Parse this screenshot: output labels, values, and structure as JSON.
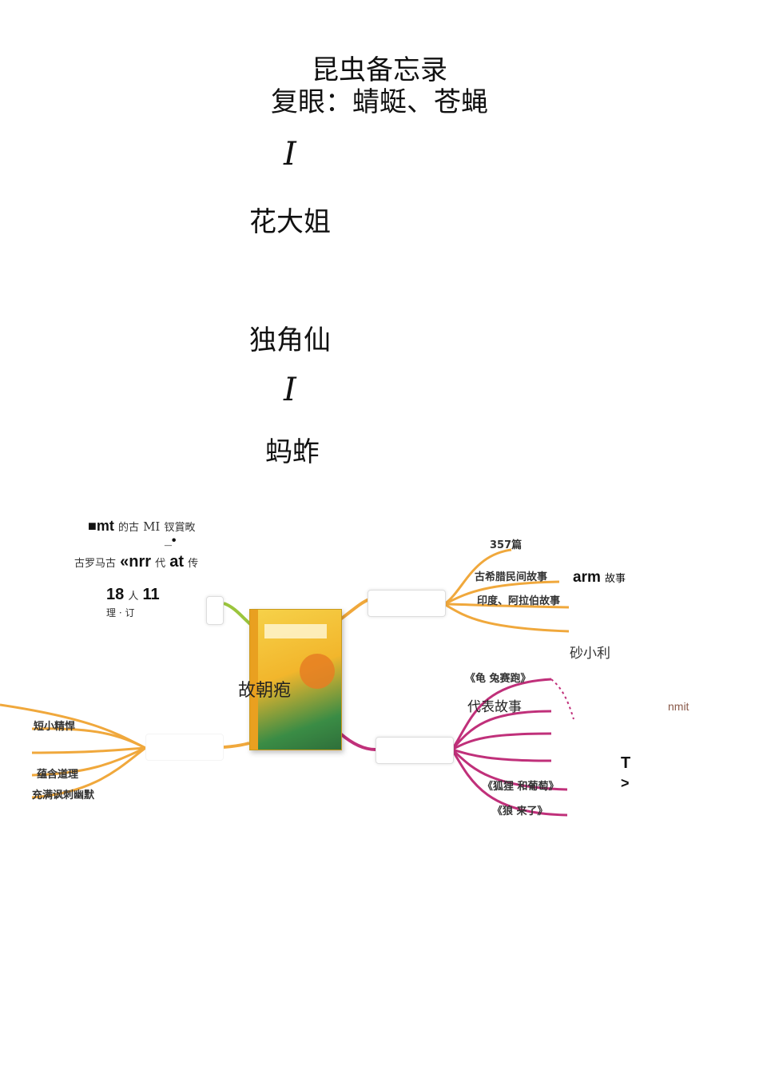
{
  "header": {
    "title": "昆虫备忘录",
    "subtitle": "复眼：蜻蜓、苍蝇"
  },
  "list": {
    "marker1": "I",
    "item1": "花大姐",
    "item2": "独角仙",
    "marker2": "I",
    "item3": "蚂蚱"
  },
  "mindmap": {
    "book_label": "故朝疱",
    "top_left": {
      "line1_a": "■mt",
      "line1_b": "的古",
      "line1_c": "MI",
      "line1_d": "钗賞畋",
      "dash": "_•",
      "line2_a": "古罗马古",
      "line2_b": "«nrr",
      "line2_c": "代",
      "line2_d": "at",
      "line2_e": "传",
      "line3_a": "18",
      "line3_b": "人",
      "line3_c": "11",
      "line4": "理 · 订"
    },
    "left_branch": {
      "items": [
        "短小精悍",
        "蕴含道理",
        "充满讽刺幽默"
      ]
    },
    "right_top": {
      "items": [
        "357篇",
        "古希腊民间故事",
        "印度、阿拉伯故事"
      ],
      "arm_a": "arm",
      "arm_b": "故事",
      "side_note": "砂小利"
    },
    "right_bottom": {
      "items": [
        "《龟  兔赛跑》",
        "代表故事",
        "《狐狸  和葡萄》",
        "《狼  来了》"
      ],
      "nmit": "nmit",
      "t": "T",
      "gt": ">"
    }
  }
}
